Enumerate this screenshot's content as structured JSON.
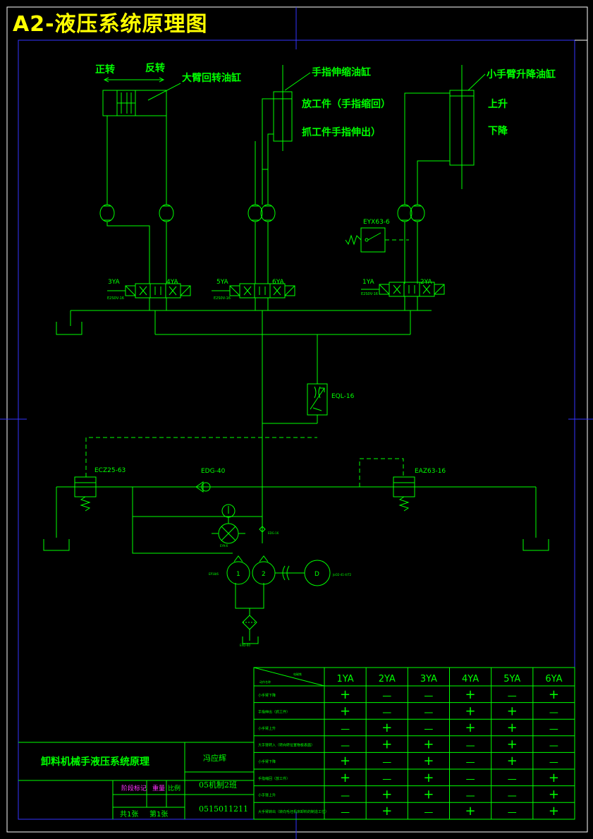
{
  "sheet_title": "A2-液压系统原理图",
  "cylinders": {
    "big_arm": {
      "title": "大臂回转油缸",
      "left": "正转",
      "right": "反转"
    },
    "finger": {
      "title": "手指伸缩油缸",
      "up": "放工件（手指缩回）",
      "down": "抓工件手指伸出）"
    },
    "small_arm": {
      "title": "小手臂升降油缸",
      "up": "上升",
      "down": "下降"
    }
  },
  "valves": {
    "left": {
      "a": "3YA",
      "b": "4YA",
      "model": "E2S0V-16"
    },
    "mid": {
      "a": "5YA",
      "b": "6YA",
      "model": "E2S0V-16"
    },
    "right": {
      "a": "1YA",
      "b": "2YA",
      "model": "E2S0V-16"
    },
    "stop": "EYX63-6",
    "throttle": "EQL-16",
    "relief_left": "ECZ25-63",
    "check": "EDG-40",
    "relief_right": "EAZ63-16",
    "gauge": "EYK-6",
    "check_small": "EDG-16",
    "pump_model": "EP18/6",
    "pump1": "1",
    "pump2": "2",
    "motor": "D",
    "motor_model": "JoO2-41-4/T2",
    "filter": "EXD-60"
  },
  "table": {
    "corner_top": "电磁铁",
    "corner_bottom": "动作名称",
    "headers": [
      "1YA",
      "2YA",
      "3YA",
      "4YA",
      "5YA",
      "6YA"
    ],
    "rows": [
      {
        "name": "小手臂下降",
        "s": [
          "+",
          "-",
          "-",
          "+",
          "-",
          "+"
        ]
      },
      {
        "name": "手指伸出（抓工件）",
        "s": [
          "+",
          "-",
          "-",
          "+",
          "+",
          "-"
        ]
      },
      {
        "name": "小手臂上升",
        "s": [
          "-",
          "+",
          "-",
          "+",
          "+",
          "-"
        ]
      },
      {
        "name": "大手臂转入（转向转位置物板表面）",
        "s": [
          "-",
          "+",
          "+",
          "-",
          "+",
          "-"
        ]
      },
      {
        "name": "小手臂下降",
        "s": [
          "+",
          "-",
          "+",
          "-",
          "+",
          "-"
        ]
      },
      {
        "name": "手指缩回（放工件）",
        "s": [
          "+",
          "-",
          "+",
          "-",
          "-",
          "+"
        ]
      },
      {
        "name": "小手臂上升",
        "s": [
          "-",
          "+",
          "+",
          "-",
          "-",
          "+"
        ]
      },
      {
        "name": "大手臂转出（转向毛坯机床卸料的制造工位）",
        "s": [
          "-",
          "+",
          "-",
          "+",
          "-",
          "+"
        ]
      }
    ]
  },
  "title_block": {
    "drawing_name": "卸料机械手液压系统原理",
    "designer": "冯应辉",
    "class": "05机制2班",
    "student_id": "0515011211",
    "col1": "阶段标记",
    "col2": "重量",
    "col3": "比例",
    "total": "共1张",
    "sheet": "第1张"
  }
}
